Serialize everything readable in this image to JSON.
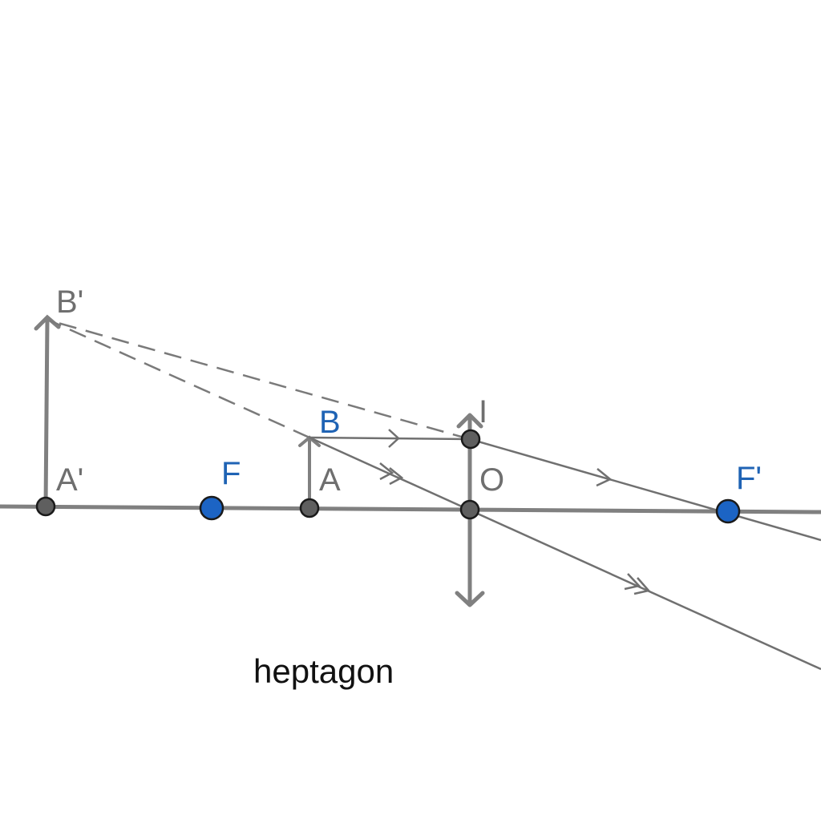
{
  "diagram": {
    "caption": "heptagon",
    "labels": {
      "A_prime": "A'",
      "B_prime": "B'",
      "F": "F",
      "A": "A",
      "B": "B",
      "I": "I",
      "O": "O",
      "F_prime": "F'"
    },
    "colors": {
      "axis": "#808080",
      "ray": "#707070",
      "point_dark": "#5f5f5f",
      "point_focus": "#1c64c4",
      "label_gray": "#6f6f6f",
      "label_blue": "#1f63b4",
      "caption": "#111111"
    }
  }
}
